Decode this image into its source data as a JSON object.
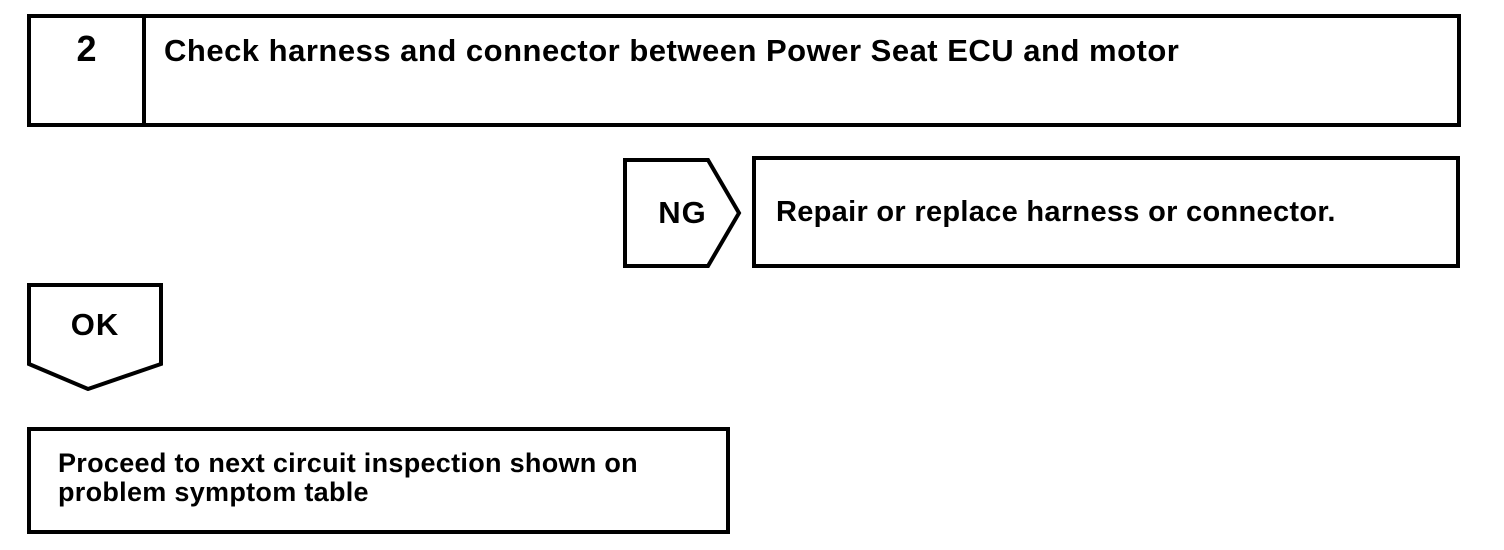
{
  "page": {
    "background_color": "#ffffff",
    "line_color": "#000000"
  },
  "step_box": {
    "number": "2",
    "title": "Check harness and connector between Power Seat ECU and motor"
  },
  "ng_branch": {
    "label": "NG",
    "action": "Repair or replace harness or connector."
  },
  "ok_branch": {
    "label": "OK",
    "action": "Proceed to next circuit inspection shown on problem symptom table"
  }
}
